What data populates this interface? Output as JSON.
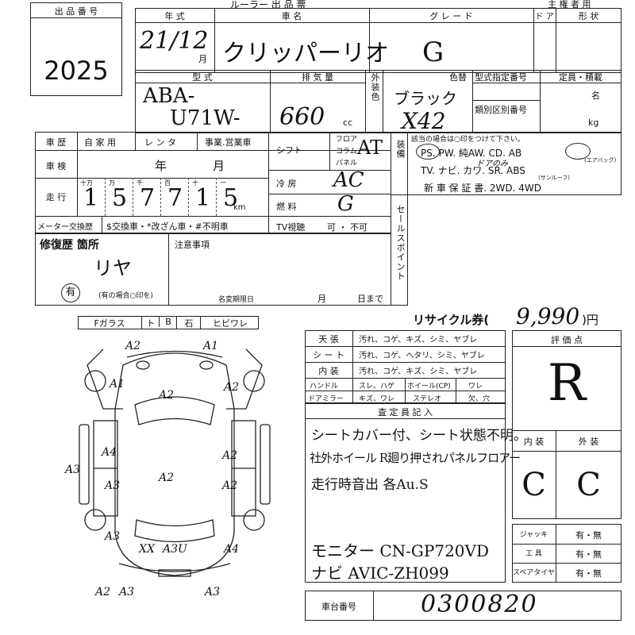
{
  "lot": {
    "label": "出 品 番 号",
    "number": "2025"
  },
  "title": "ルーラー 出 品 票",
  "header": {
    "year_label": "年 式",
    "name_label": "車 名",
    "grade_label": "グ レ ー ド",
    "door_label": "ド ア",
    "shape_label": "形 状",
    "owner_label": "主 権 者 用",
    "year_value": "21/12",
    "month_mark": "月",
    "name_value": "クリッパーリオ",
    "grade_value": "G"
  },
  "model": {
    "label": "型 式",
    "value_line1": "ABA-",
    "value_line2": "U71W-"
  },
  "displacement": {
    "label": "排 気 量",
    "value": "660",
    "unit": "cc"
  },
  "exterior_color": {
    "side_label": "外装色",
    "color_label": "色替",
    "value": "ブラック",
    "code": "X42"
  },
  "type_spec": {
    "label": "型式指定番号",
    "class_label": "類別区別番号"
  },
  "capacity": {
    "label": "定員・積載",
    "persons_unit": "名",
    "weight_unit": "kg"
  },
  "history": {
    "label": "車 歴",
    "options": [
      "自 家 用",
      "レ ン タ",
      "事業.営業車"
    ]
  },
  "inspection": {
    "label": "車 検",
    "year": "年",
    "month": "月"
  },
  "mileage": {
    "label": "走 行",
    "units": [
      "十万",
      "万",
      "千",
      "百",
      "十",
      "一"
    ],
    "digits": [
      "1",
      "5",
      "7",
      "7",
      "1",
      "5"
    ],
    "unit": "km"
  },
  "meter_exchange": {
    "label": "メーター交換歴",
    "options": "$交換車・*改ざん車・#不明車"
  },
  "shift": {
    "label": "シフト",
    "options": [
      "フロア",
      "コラム",
      "パネル"
    ],
    "value": "AT"
  },
  "ac": {
    "label": "冷 房",
    "value": "AC"
  },
  "fuel": {
    "label": "燃 料",
    "value": "G"
  },
  "tv": {
    "label": "TV視聴",
    "options": "可 ・ 不可"
  },
  "equipment": {
    "side_label": "装備",
    "note": "該当の場合は○印をつけて下さい。",
    "row1": "PS.  PW.  純AW.  CD.  AB",
    "row2": "TV.  ナビ.  カワ.  SR.  ABS",
    "row3": "新 車 保 証 書.  2WD.  4WD",
    "ab_note": "(エアバッグ)",
    "sr_note": "(サンルーフ)",
    "hand_note": "ドアのみ"
  },
  "sales_point": {
    "label": "セールスポイント"
  },
  "repair": {
    "label": "修復歴  箇所",
    "value": "リヤ",
    "yes_mark": "有",
    "note": "(有の場合○印を)"
  },
  "notice": {
    "label": "注意事項",
    "deadline_label": "名変期限日",
    "month": "月",
    "day": "日まで"
  },
  "glass_bar": [
    "Fガラス",
    "ト",
    "B",
    "石",
    "ヒビワレ"
  ],
  "recycle": {
    "label": "リサイクル券(",
    "value": "9,990",
    "unit": ")円"
  },
  "interior_table": {
    "rows": [
      {
        "label": "天 張",
        "opts": "汚れ、コゲ、キズ、シミ、ヤブレ"
      },
      {
        "label": "シ ー ト",
        "opts": "汚れ、コゲ、ヘタリ、シミ、ヤブレ"
      },
      {
        "label": "内 装",
        "opts": "汚れ、コゲ、キズ、シミ、ヤブレ"
      }
    ],
    "handle": {
      "label": "ハンドル",
      "opts": "スレ、ハゲ",
      "wheel": "ホイール(CP)",
      "wheel_opts": "ワレ"
    },
    "mirror": {
      "label": "ドアミラー",
      "opts": "キズ、ワレ",
      "stereo": "ステレオ",
      "stereo_opts": "欠、穴"
    }
  },
  "inspector": {
    "label": "査 定 員 記 入",
    "lines": [
      "シートカバー付、シート状態不明。",
      "社外ホイール R廻り押されパネルフロアー",
      "走行時音出 各Au.S"
    ],
    "bottom_lines": [
      "モニター CN-GP720VD",
      "ナビ AVIC-ZH099"
    ]
  },
  "score": {
    "label": "評 価 点",
    "value": "R",
    "interior_label": "内 装",
    "exterior_label": "外 装",
    "interior": "C",
    "exterior": "C"
  },
  "tools": [
    {
      "label": "ジャッキ",
      "opts": "有・無"
    },
    {
      "label": "工 具",
      "opts": "有・無"
    },
    {
      "label": "スペアタイヤ",
      "opts": "有・無"
    }
  ],
  "chassis": {
    "label": "車台番号",
    "value": "0300820"
  },
  "diagram_marks": [
    "A2",
    "A1",
    "A1",
    "A2",
    "A2",
    "A4",
    "A2",
    "A3",
    "A3",
    "A2",
    "A3",
    "A2",
    "A4",
    "XX",
    "A3U",
    "A3",
    "A3",
    "A2"
  ]
}
